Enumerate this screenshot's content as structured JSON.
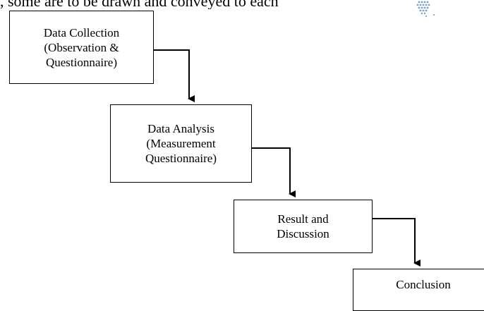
{
  "page": {
    "top_partial_text": ", some are to be drawn and conveyed to each"
  },
  "flow": {
    "steps": [
      {
        "id": "data-collection",
        "label": "Data Collection\n(Observation &\nQuestionnaire)"
      },
      {
        "id": "data-analysis",
        "label": "Data Analysis\n(Measurement\nQuestionnaire)"
      },
      {
        "id": "result-and-discussion",
        "label": "Result and\nDiscussion"
      },
      {
        "id": "conclusion",
        "label": "Conclusion"
      }
    ]
  },
  "colors": {
    "line": "#000000",
    "logo_dots": "#7aa3c4"
  },
  "icons": {
    "corner_logo": "dotted-logo-icon"
  }
}
